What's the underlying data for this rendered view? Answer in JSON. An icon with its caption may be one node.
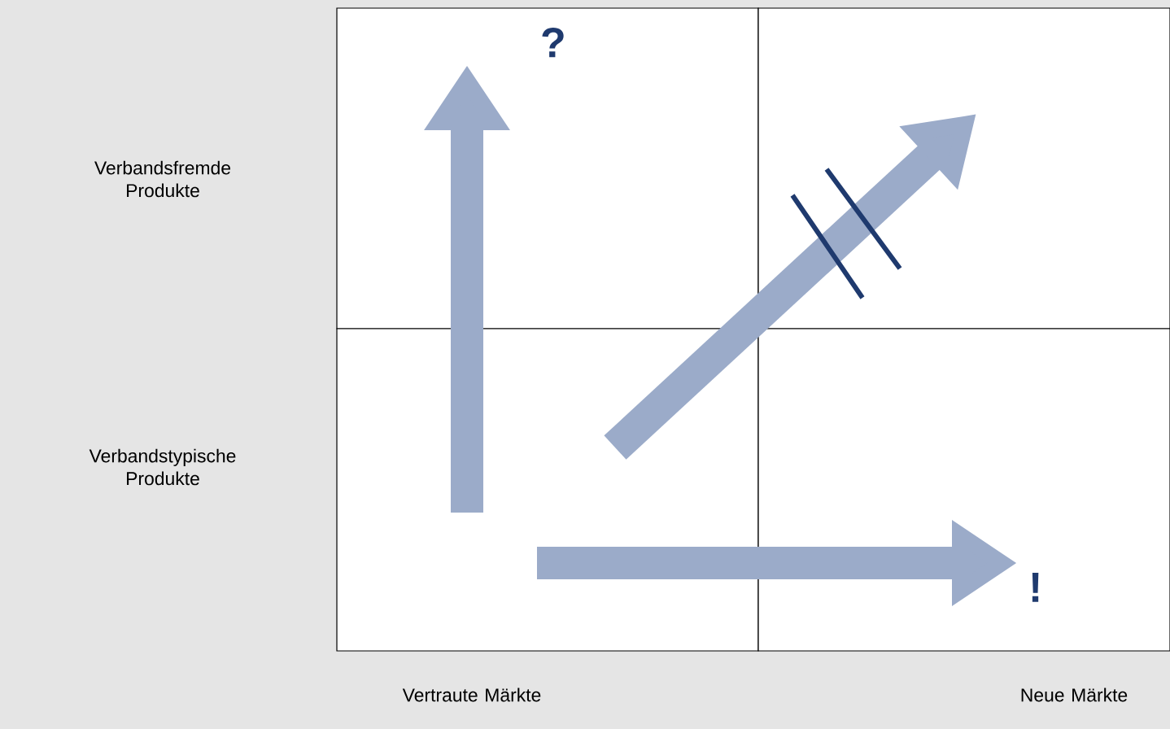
{
  "diagram": {
    "nodes": [
      {
        "text": [
          "?"
        ]
      },
      {
        "text": [],
        "shape": "box"
      },
      {
        "text": [],
        "shape": "box"
      },
      {
        "text": [
          "!"
        ]
      }
    ],
    "edges": [
      {
        "from": 2,
        "to": 0,
        "arrow": "to"
      },
      {
        "from": 2,
        "to": 1,
        "arrow": "to"
      },
      {
        "from": 2,
        "to": 3,
        "arrow": "to"
      }
    ],
    "labels": [
      "Verbandsfremde Produkte",
      "Verbandstypische Produkte",
      "Vertraute Märkte",
      "Neue Märkte"
    ]
  }
}
